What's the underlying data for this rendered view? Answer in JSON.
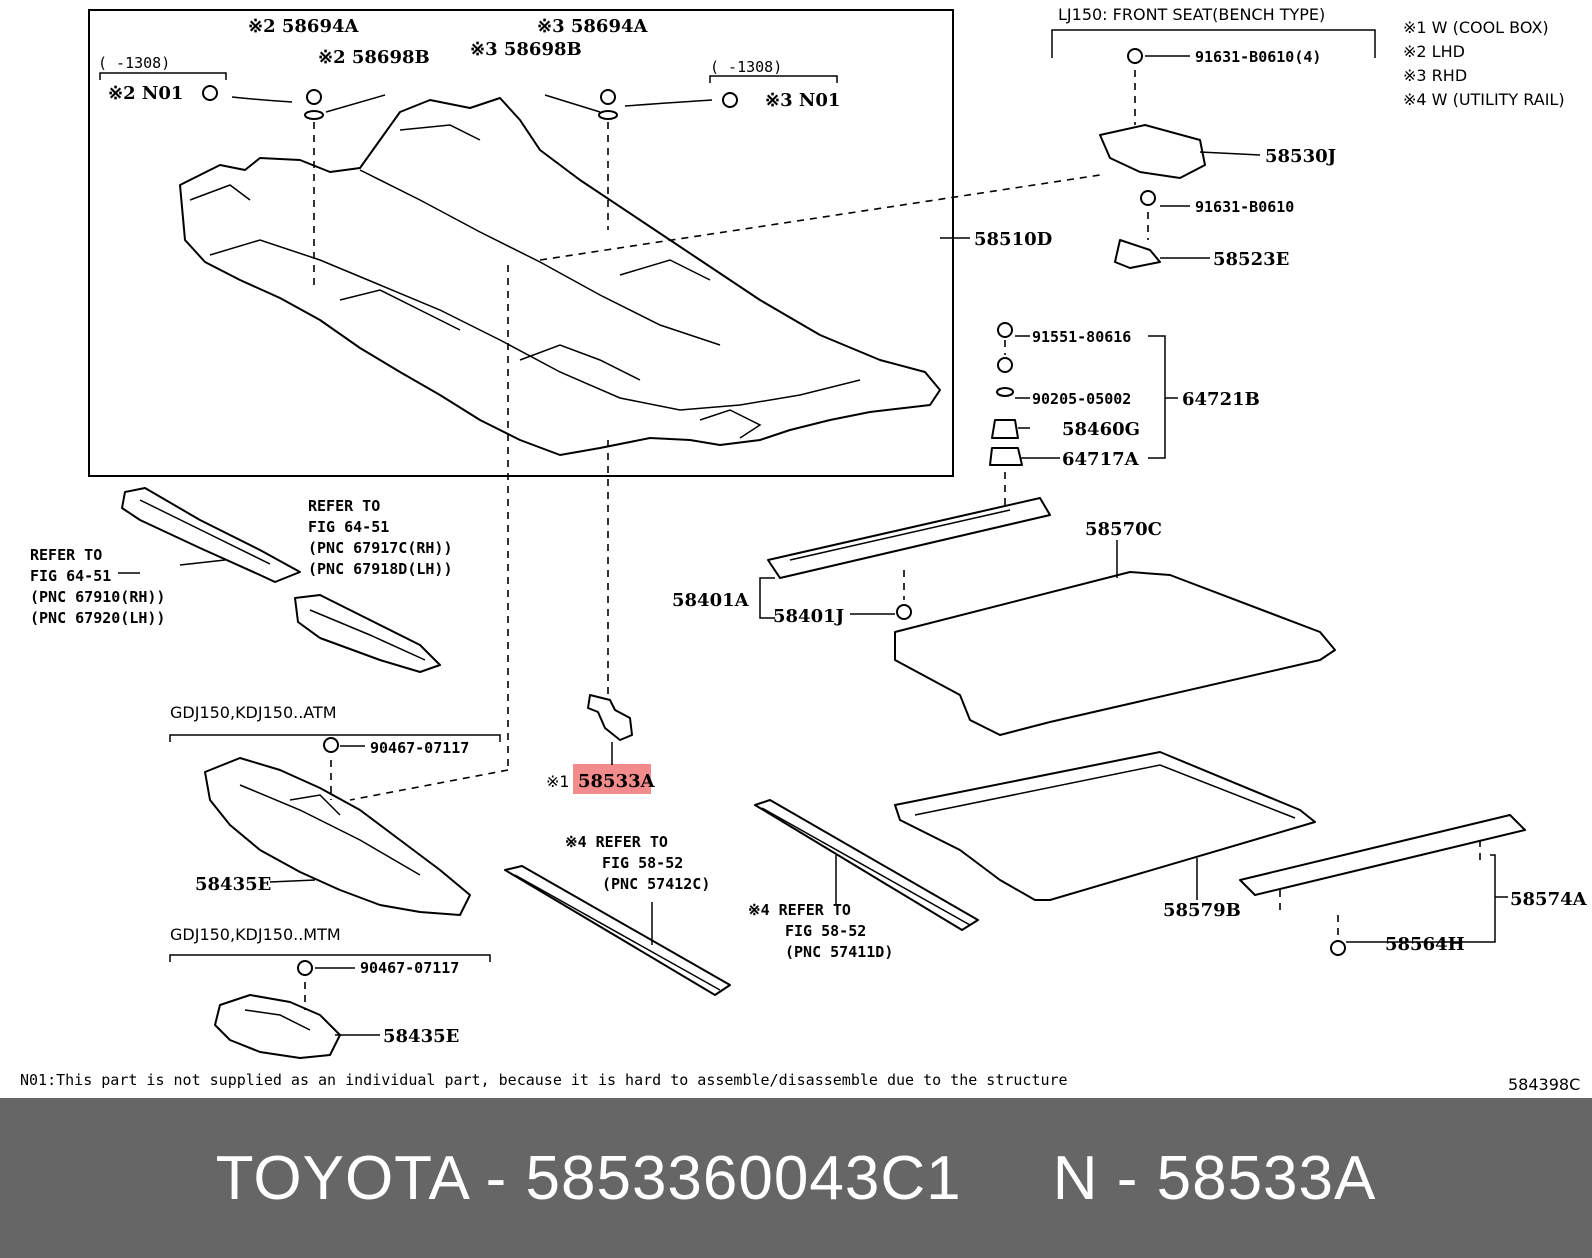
{
  "diagram": {
    "legend": [
      "※1 W (COOL BOX)",
      "※2 LHD",
      "※3 RHD",
      "※4 W (UTILITY RAIL)"
    ],
    "seat_note": "LJ150: FRONT SEAT(BENCH TYPE)",
    "range_left": "(     -1308)",
    "range_right": "(     -1308)",
    "part_labels": {
      "l_58694A_2": "※2 58694A",
      "l_58698B_2": "※2 58698B",
      "l_N01_2": "※2 N01",
      "l_58694A_3": "※3 58694A",
      "l_58698B_3": "※3 58698B",
      "l_N01_3": "※3 N01",
      "l_91631_4": "91631-B0610(4)",
      "l_58530J": "58530J",
      "l_91631": "91631-B0610",
      "l_58523E": "58523E",
      "l_58510D": "58510D",
      "l_91551": "91551-80616",
      "l_90205": "90205-05002",
      "l_64721B": "64721B",
      "l_58460G": "58460G",
      "l_64717A": "64717A",
      "l_58570C": "58570C",
      "l_58401A": "58401A",
      "l_58401J": "58401J",
      "l_58533A": "58533A",
      "l_58533A_mark": "※1",
      "l_58435E_1": "58435E",
      "l_58435E_2": "58435E",
      "l_90467_1": "90467-07117",
      "l_90467_2": "90467-07117",
      "l_58579B": "58579B",
      "l_58574A": "58574A",
      "l_58564H": "58564H"
    },
    "variant_labels": {
      "atm": "GDJ150,KDJ150..ATM",
      "mtm": "GDJ150,KDJ150..MTM"
    },
    "refer_notes": {
      "r1": [
        "REFER TO",
        "FIG 64-51",
        "(PNC 67910(RH))",
        "(PNC 67920(LH))"
      ],
      "r2": [
        "REFER TO",
        "FIG 64-51",
        "(PNC 67917C(RH))",
        "(PNC 67918D(LH))"
      ],
      "r3": [
        "※4 REFER TO",
        "FIG 58-52",
        "(PNC 57412C)"
      ],
      "r4": [
        "※4 REFER TO",
        "FIG 58-52",
        "(PNC 57411D)"
      ]
    },
    "bottom_note": "N01:This part is not supplied as an individual part,  because it is hard to assemble/disassemble due to the structure",
    "figure_code": "584398C",
    "highlight_color": "#f28b8b"
  },
  "footer": {
    "brand": "TOYOTA",
    "separator": " - ",
    "part_number": "5853360043C1",
    "gap": "     ",
    "prefix": "N",
    "pnc": "58533A"
  }
}
